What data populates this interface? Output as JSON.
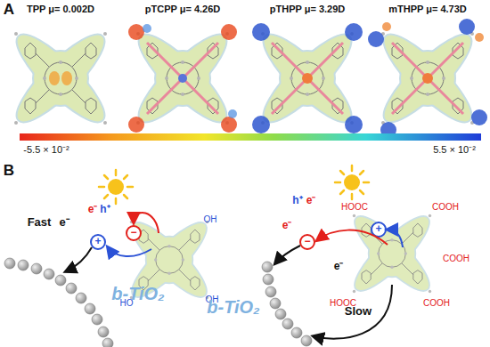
{
  "diagram": {
    "labels": [
      "A",
      "TPP μ= 0.002D",
      "pTCPP μ= 4.26D",
      "pTHPP μ= 3.29D",
      "mTHPP μ= 4.73D",
      "-5.5 × 10⁻²",
      "5.5 × 10⁻²",
      "B",
      "e⁻",
      "h⁺",
      "Fast",
      "e⁻",
      "b-TiO₂",
      "OH",
      "OH",
      "HO",
      "+",
      "−",
      "h⁺",
      "e⁻",
      "e⁻",
      "e⁻",
      "Slow",
      "b-TiO₂",
      "HOOC",
      "COOH",
      "COOH",
      "COOH",
      "HOOC",
      "−",
      "+"
    ]
  }
}
